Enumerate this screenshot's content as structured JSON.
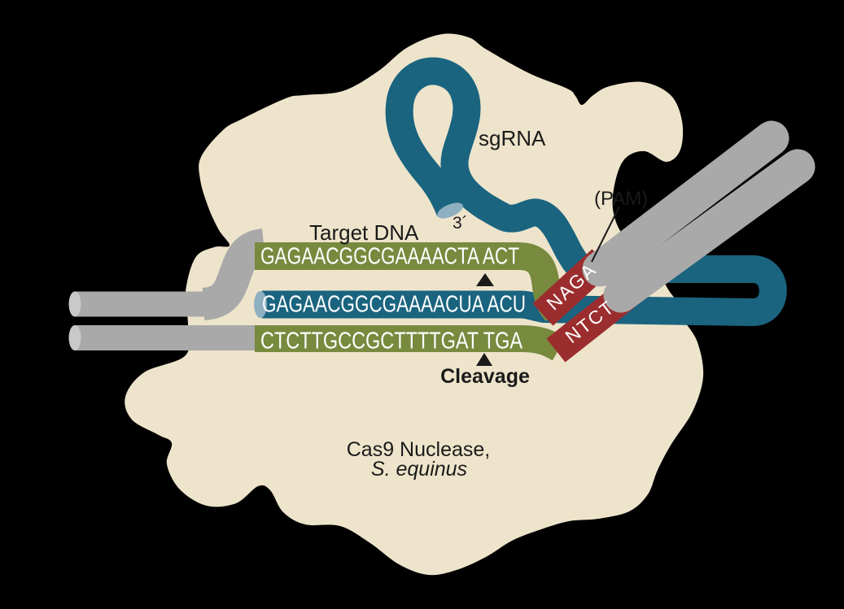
{
  "figure": {
    "description_labels": {
      "sgrna": "sgRNA",
      "target_dna": "Target DNA",
      "three_prime": "3´",
      "pam": "(PAM)",
      "cleavage": "Cleavage",
      "nuclease_line1": "Cas9 Nuclease,",
      "nuclease_line2": "S. equinus"
    },
    "sequences": {
      "top_strand": "GAGAACGGCGAAAACTA ACT",
      "sgrna_spacer": "GAGAACGGCGAAAACUA ACU",
      "bottom_strand": "CTCTTGCCGCTTTTGAT TGA",
      "pam_top": "NAGA",
      "pam_bottom": "NTCT"
    },
    "colors": {
      "background": "#000000",
      "cas9_body": "#ede4cb",
      "rna": "#1a647f",
      "dna_strand": "#778a3e",
      "pam": "#9c2d2e",
      "dna_duplex": "#a9a9aa",
      "cap_light": "#c9c9c9",
      "cap_rna": "#8fb0c0",
      "label_text": "#1a1a1a",
      "sequence_text": "#ffffff"
    }
  }
}
